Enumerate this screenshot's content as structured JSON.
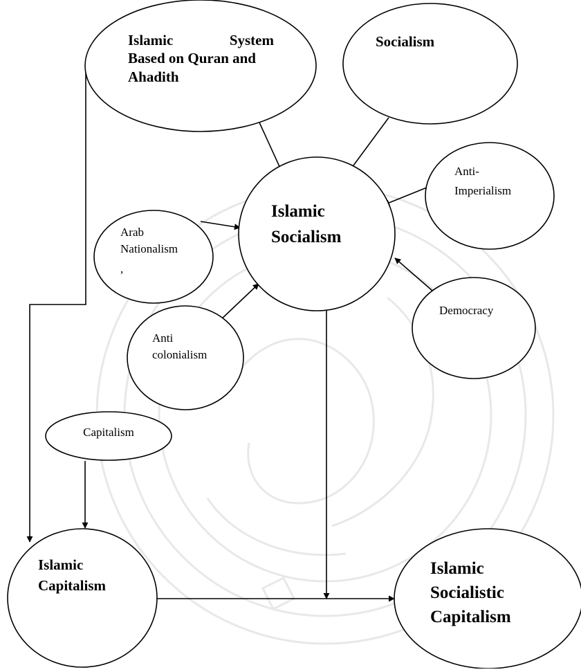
{
  "diagram": {
    "nodes": {
      "islamic_system": {
        "lines": [
          "Islamic",
          "System",
          "Based on Quran and",
          "Ahadith"
        ]
      },
      "socialism": {
        "lines": [
          "Socialism"
        ]
      },
      "islamic_socialism": {
        "lines": [
          "Islamic",
          "Socialism"
        ]
      },
      "anti_imperialism": {
        "lines": [
          "Anti-",
          "Imperialism"
        ]
      },
      "arab_nationalism": {
        "lines": [
          "Arab",
          "Nationalism",
          ","
        ]
      },
      "democracy": {
        "lines": [
          "Democracy"
        ]
      },
      "anti_colonialism": {
        "lines": [
          "Anti",
          "colonialism"
        ]
      },
      "capitalism": {
        "lines": [
          "Capitalism"
        ]
      },
      "islamic_capitalism": {
        "lines": [
          "Islamic",
          "Capitalism"
        ]
      },
      "islamic_socialistic_capitalism": {
        "lines": [
          "Islamic",
          "Socialistic",
          "Capitalism"
        ]
      }
    },
    "edges": [
      {
        "from": "islamic_system",
        "to": "islamic_socialism"
      },
      {
        "from": "socialism",
        "to": "islamic_socialism"
      },
      {
        "from": "anti_imperialism",
        "to": "islamic_socialism"
      },
      {
        "from": "arab_nationalism",
        "to": "islamic_socialism"
      },
      {
        "from": "democracy",
        "to": "islamic_socialism"
      },
      {
        "from": "anti_colonialism",
        "to": "islamic_socialism"
      },
      {
        "from": "islamic_system",
        "to": "islamic_capitalism"
      },
      {
        "from": "capitalism",
        "to": "islamic_capitalism"
      },
      {
        "from": "islamic_socialism",
        "to": "islamic_socialistic_capitalism"
      },
      {
        "from": "islamic_capitalism",
        "to": "islamic_socialistic_capitalism"
      }
    ]
  }
}
